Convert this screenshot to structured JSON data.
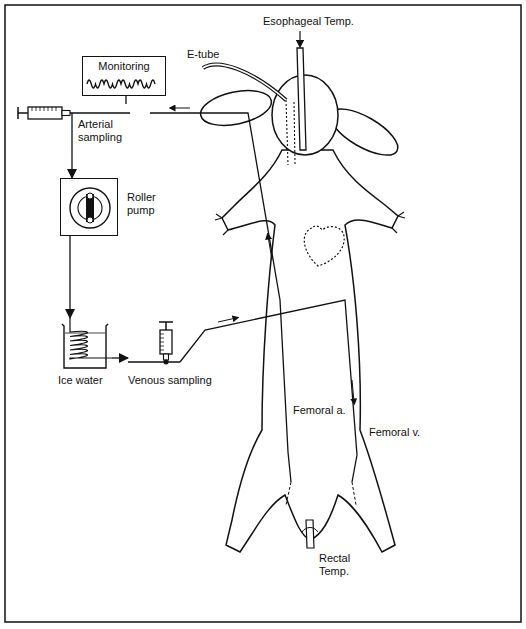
{
  "diagram": {
    "nodes": [
      {
        "text": [
          "Monitoring"
        ]
      },
      {
        "text": [
          "Arterial sampling"
        ]
      },
      {
        "text": [
          "Roller pump"
        ]
      },
      {
        "text": [
          "Ice water"
        ]
      },
      {
        "text": [
          "Venous sampling"
        ]
      }
    ],
    "edges": [
      {
        "from": 0,
        "to": 1,
        "arrow": "none"
      },
      {
        "from": 1,
        "to": 2,
        "arrow": "to"
      },
      {
        "from": 2,
        "to": 3,
        "arrow": "to"
      },
      {
        "from": 3,
        "to": 4,
        "arrow": "to"
      }
    ],
    "labels": [
      "Esophageal Temp.",
      "E-tube",
      "Femoral a.",
      "Femoral v.",
      "Rectal Temp."
    ]
  }
}
